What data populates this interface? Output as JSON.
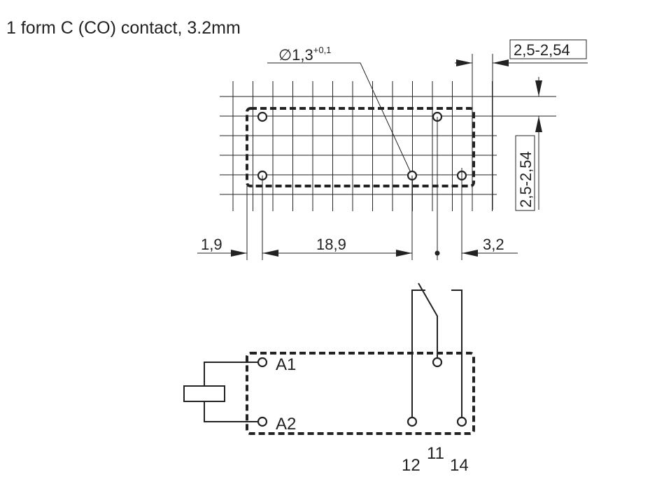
{
  "title": "1 form C (CO) contact, 3.2mm",
  "footprint": {
    "hole_diameter": "∅1,3",
    "hole_tolerance": "+0,1",
    "grid_pitch_horizontal": "2,5-2,54",
    "grid_pitch_vertical": "2,5-2,54",
    "dim_left_offset": "1,9",
    "dim_pin_spacing": "18,9",
    "dim_right_offset": "3,2"
  },
  "schematic": {
    "coil_terminal_1": "A1",
    "coil_terminal_2": "A2",
    "contact_nc": "12",
    "contact_common": "11",
    "contact_no": "14"
  }
}
